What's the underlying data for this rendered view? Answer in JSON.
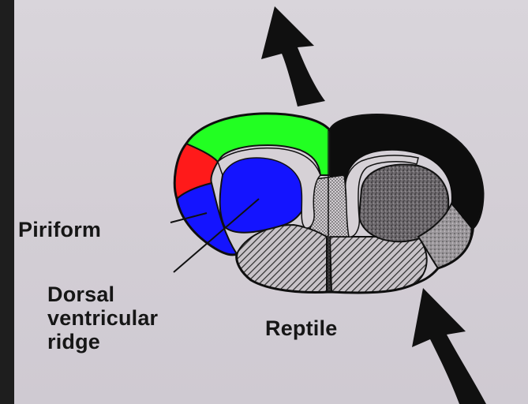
{
  "labels": {
    "piriform": "Piriform",
    "dorsal_ventricular_ridge": [
      "Dorsal",
      "ventricular",
      "ridge"
    ],
    "organism": "Reptile"
  },
  "colors": {
    "background": "#d6d1d7",
    "dorsal_cortex": "#22ff22",
    "lateral_cortex": "#ff1a1a",
    "dvr_region": "#1414ff",
    "contralateral_cortex": "#0d0d0d",
    "outline": "#111111"
  }
}
